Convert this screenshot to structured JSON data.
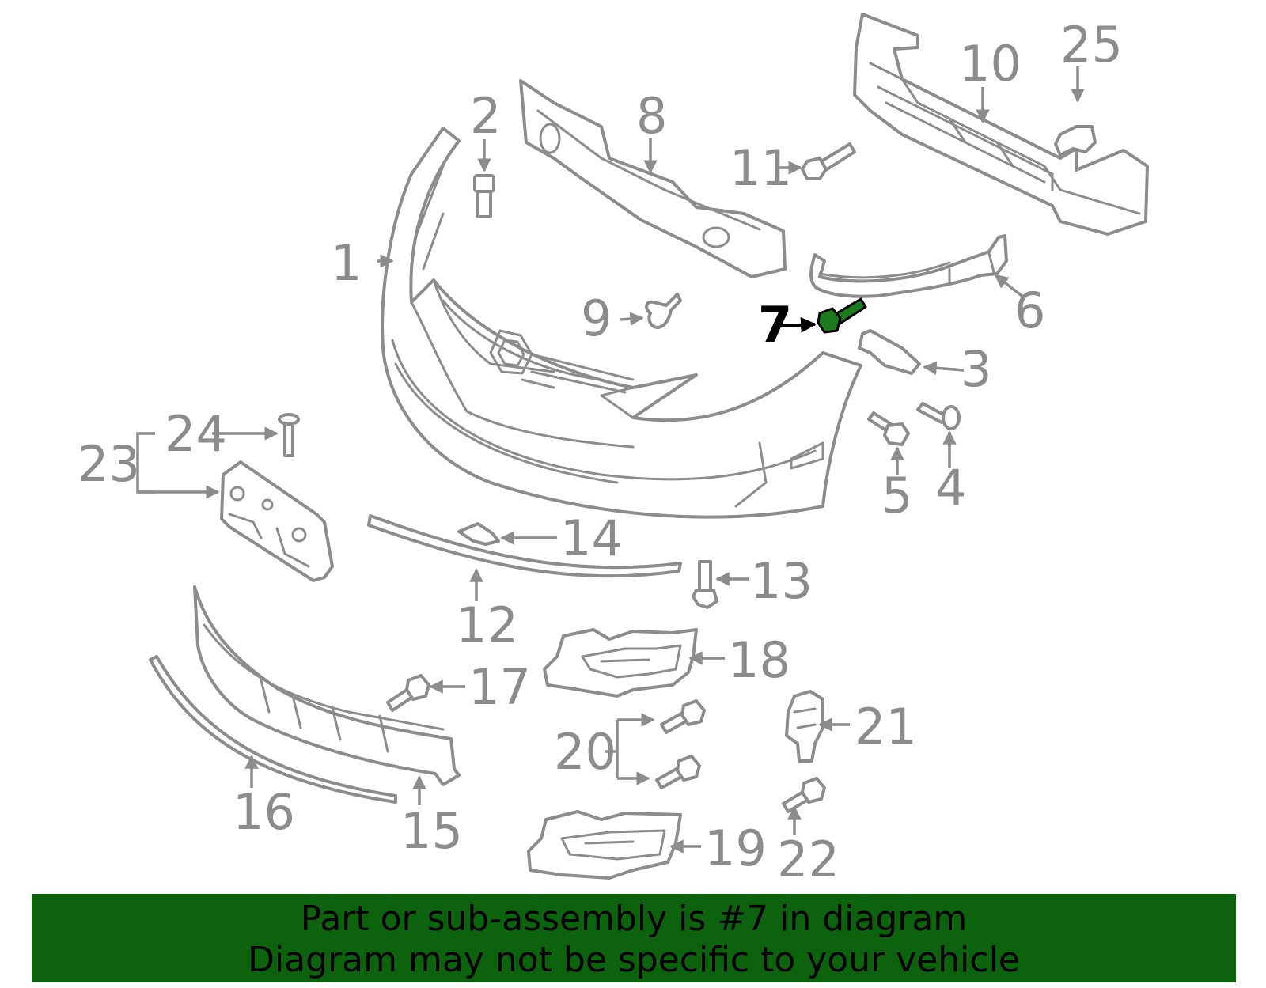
{
  "callouts": {
    "c1": "1",
    "c2": "2",
    "c3": "3",
    "c4": "4",
    "c5": "5",
    "c6": "6",
    "c7": "7",
    "c8": "8",
    "c9": "9",
    "c10": "10",
    "c11": "11",
    "c12": "12",
    "c13": "13",
    "c14": "14",
    "c15": "15",
    "c16": "16",
    "c17": "17",
    "c18": "18",
    "c19": "19",
    "c20": "20",
    "c21": "21",
    "c22": "22",
    "c23": "23",
    "c24": "24",
    "c25": "25"
  },
  "highlight": {
    "part_number": "7",
    "color": "#1d7a1d"
  },
  "banner": {
    "line1": "Part or sub-assembly is #7 in diagram",
    "line2": "Diagram may not be specific to your vehicle",
    "background": "#0d620d"
  },
  "colors": {
    "line": "#8c8c8c",
    "highlight_outline": "#000000"
  }
}
